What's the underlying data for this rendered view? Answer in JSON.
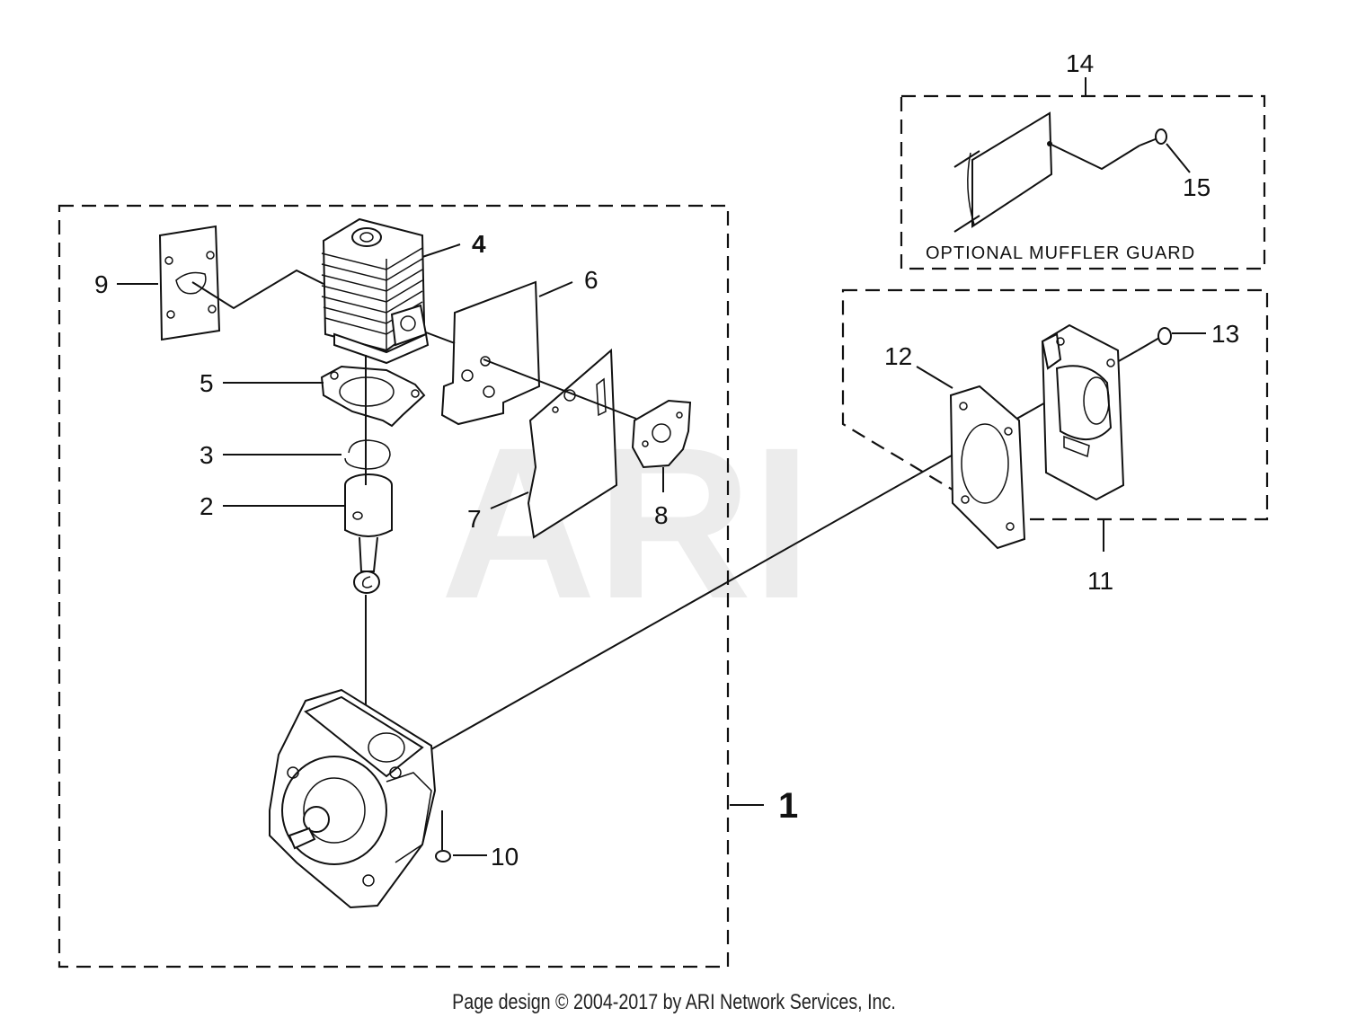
{
  "watermark": "ARI",
  "callouts": {
    "c1": "1",
    "c2": "2",
    "c3": "3",
    "c4": "4",
    "c5": "5",
    "c6": "6",
    "c7": "7",
    "c8": "8",
    "c9": "9",
    "c10": "10",
    "c11": "11",
    "c12": "12",
    "c13": "13",
    "c14": "14",
    "c15": "15"
  },
  "muffler_guard_label": "OPTIONAL MUFFLER GUARD",
  "footer": "Page design © 2004-2017 by ARI Network Services, Inc."
}
